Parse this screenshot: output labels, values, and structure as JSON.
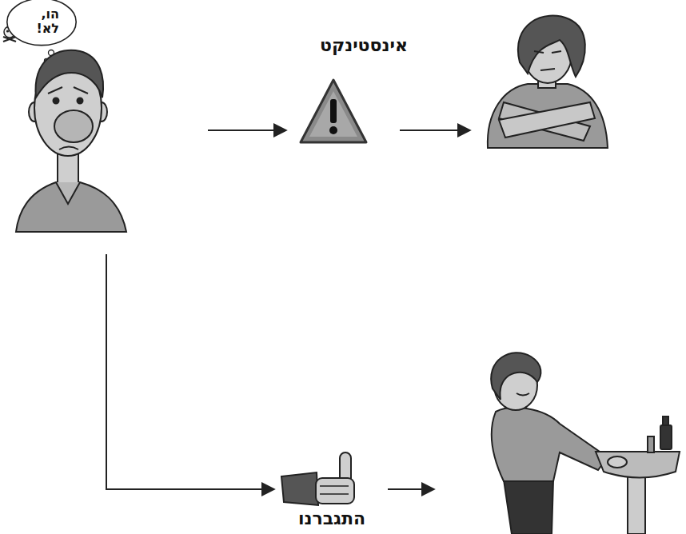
{
  "diagram": {
    "nodes": [
      {
        "text": [
          "הו, לא!"
        ]
      }
    ],
    "labels": [
      "אינסטינקט",
      "התגברנו"
    ]
  }
}
